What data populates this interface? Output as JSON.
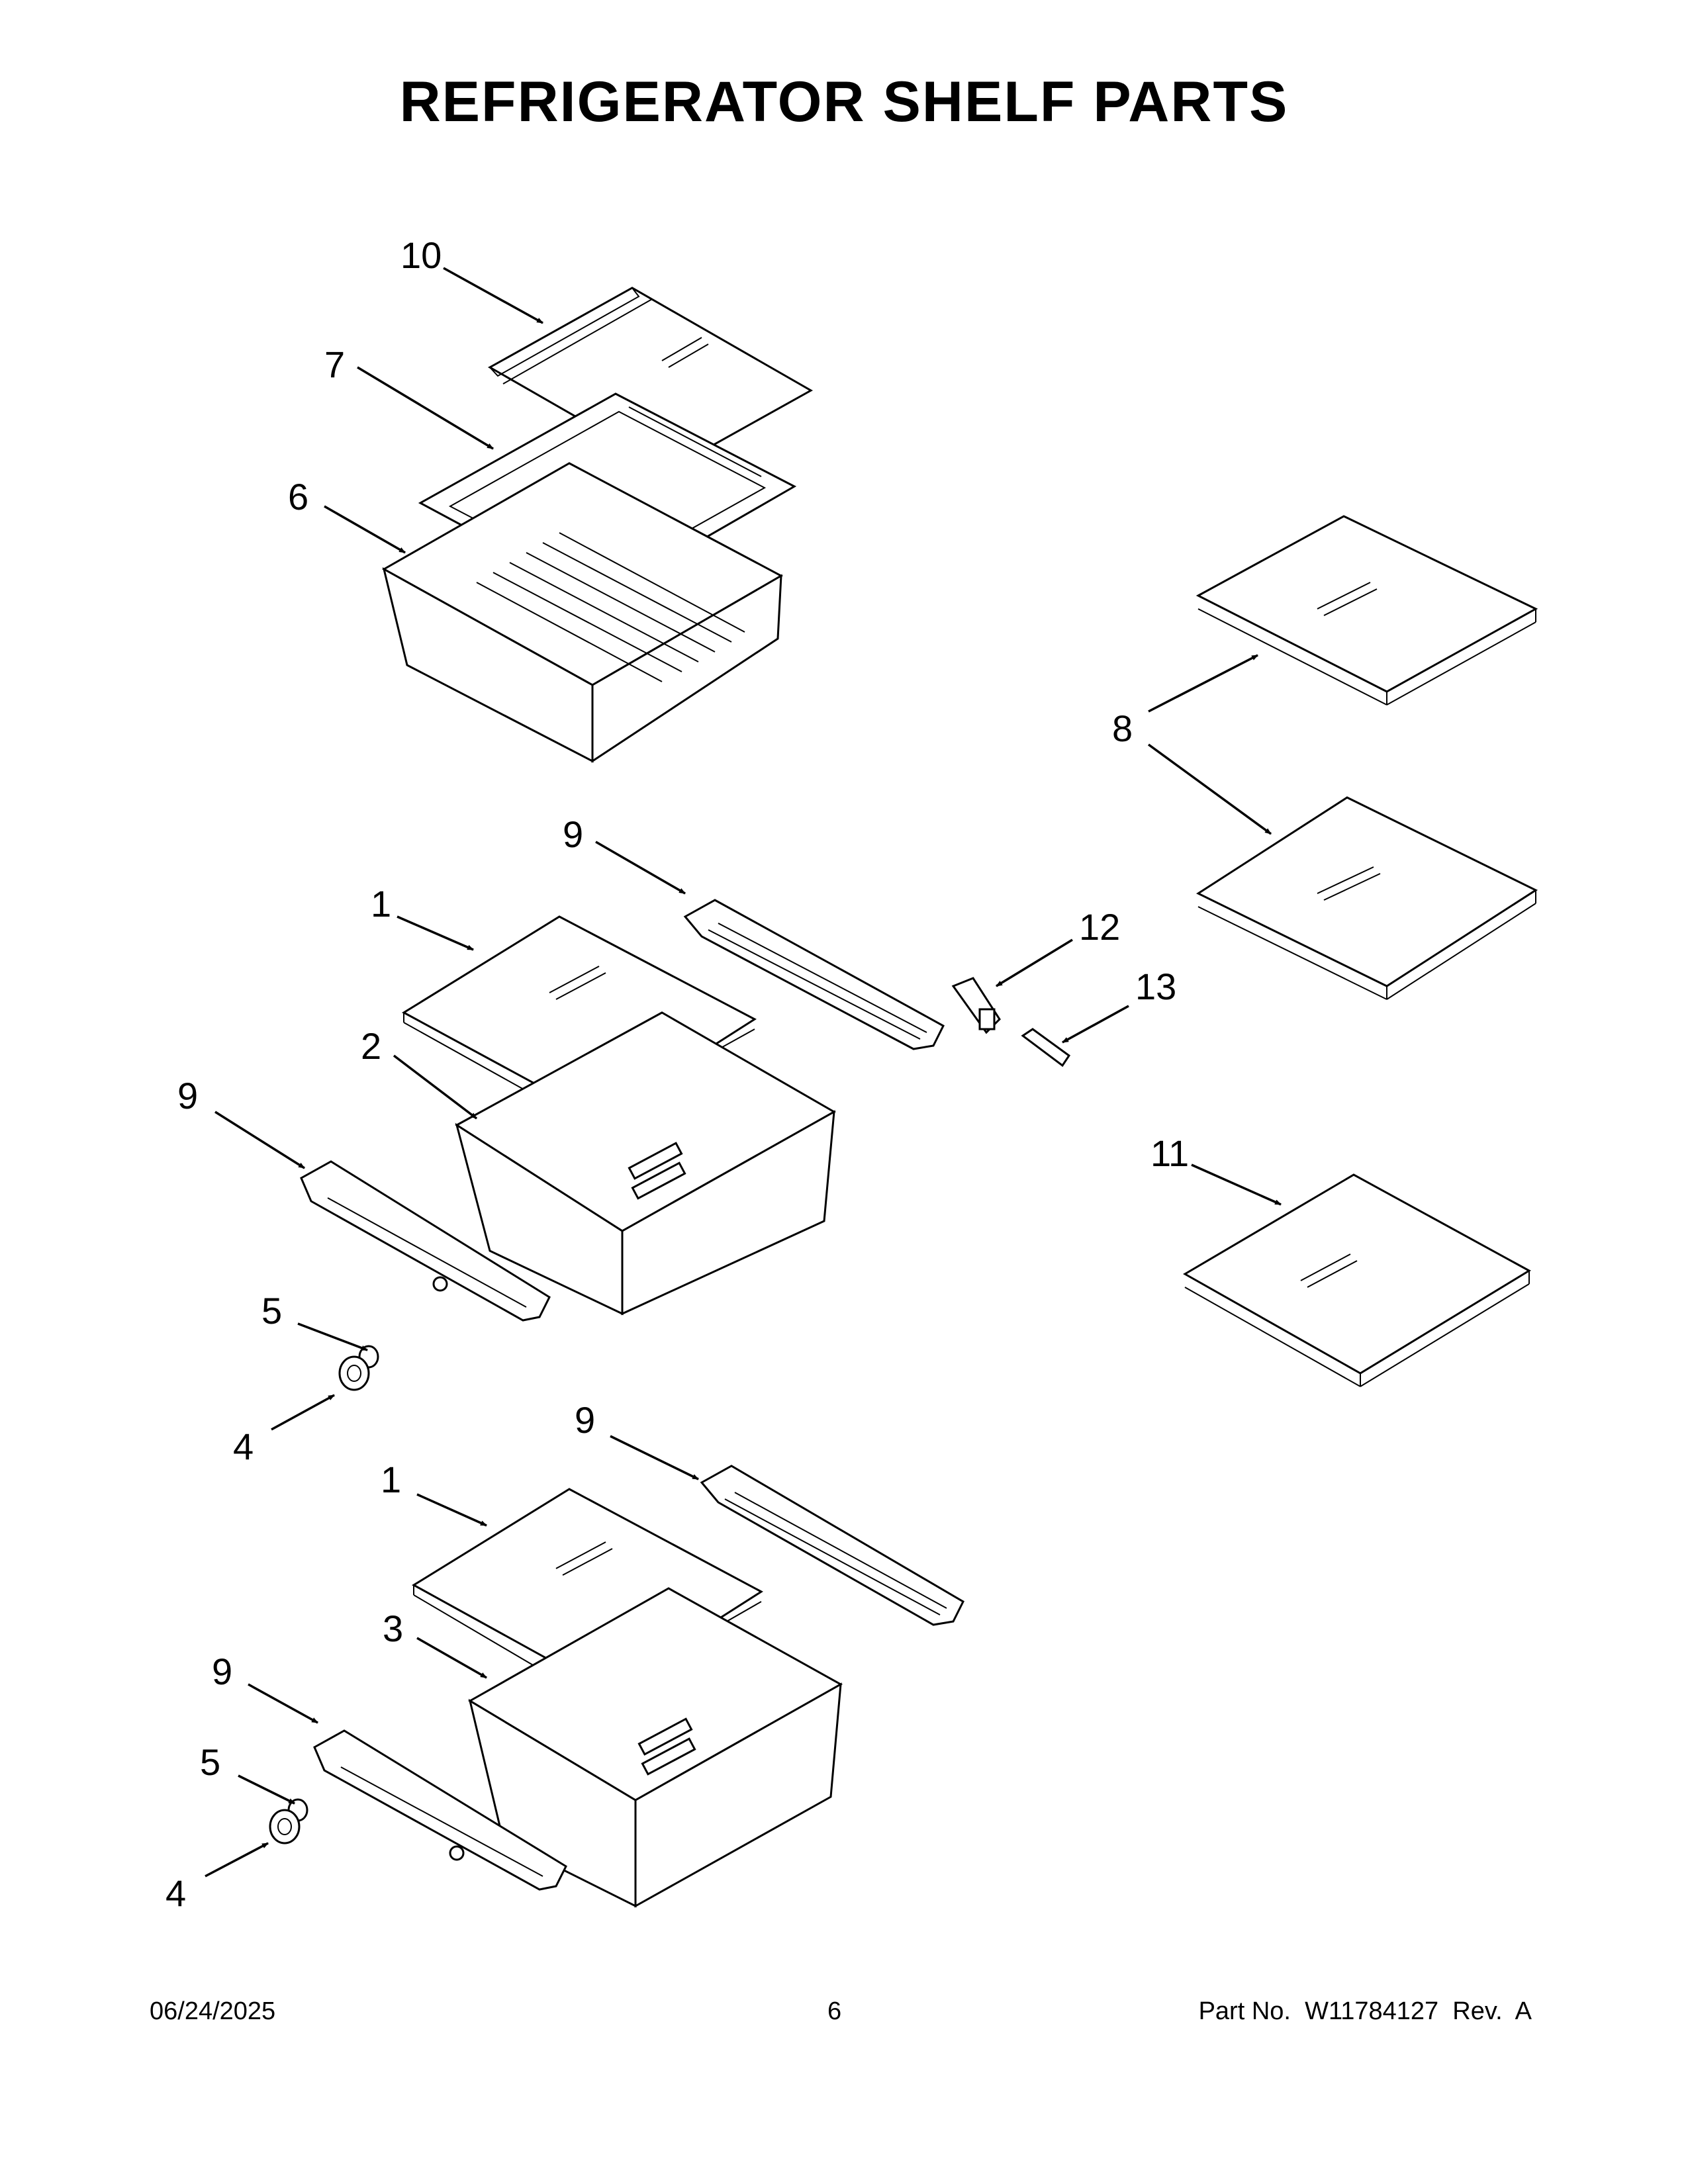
{
  "page": {
    "title": "REFRIGERATOR SHELF PARTS"
  },
  "callouts": {
    "c10": "10",
    "c7": "7",
    "c6": "6",
    "c8": "8",
    "c9a": "9",
    "c1a": "1",
    "c2": "2",
    "c12": "12",
    "c13": "13",
    "c9b": "9",
    "c11": "11",
    "c5a": "5",
    "c4a": "4",
    "c9c": "9",
    "c1b": "1",
    "c3": "3",
    "c9d": "9",
    "c5b": "5",
    "c4b": "4"
  },
  "footer": {
    "date": "06/24/2025",
    "page_number": "6",
    "part_number": "Part No.  W11784127  Rev.  A"
  }
}
